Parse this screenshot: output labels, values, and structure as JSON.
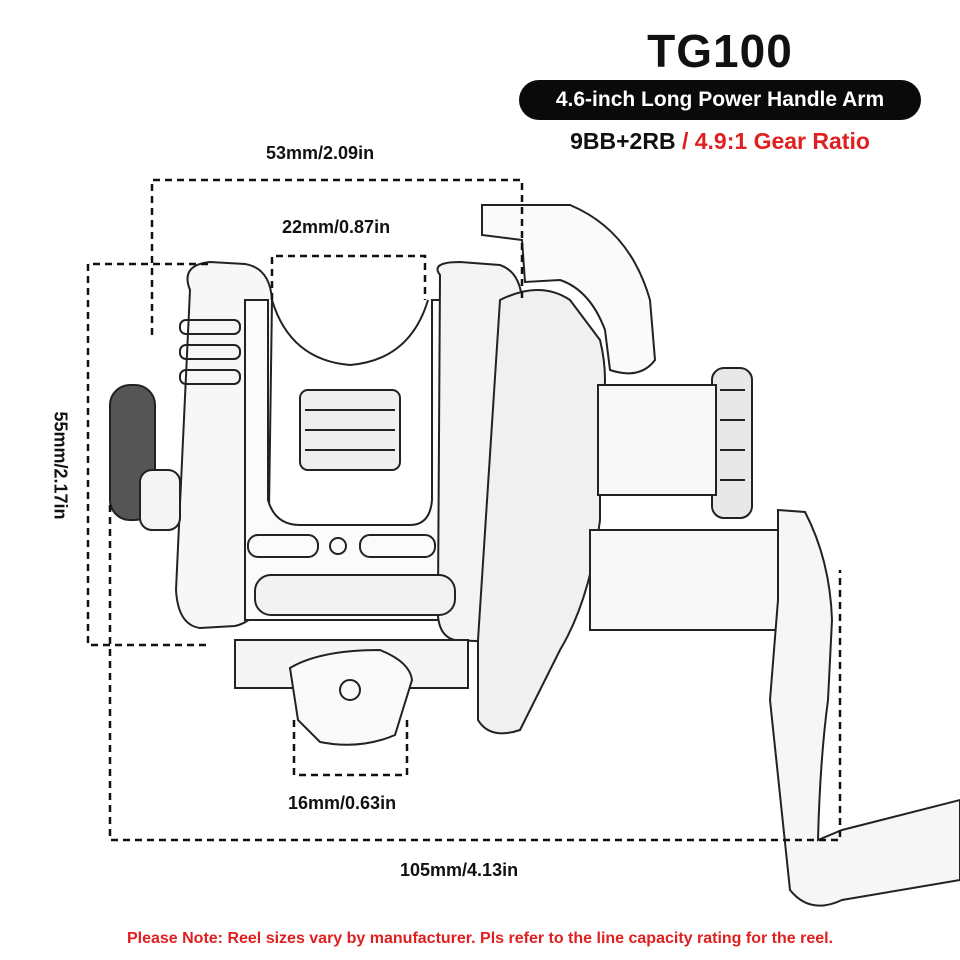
{
  "product": {
    "model": "TG100",
    "handle_badge": "4.6-inch Long Power Handle Arm",
    "bearings": "9BB+2RB",
    "separator": " / ",
    "gear_ratio": "4.9:1 Gear Ratio"
  },
  "dimensions": {
    "top_width": "53mm/2.09in",
    "spool_width": "22mm/0.87in",
    "height": "55mm/2.17in",
    "foot_width": "16mm/0.63in",
    "total_length": "105mm/4.13in"
  },
  "note": "Please Note: Reel sizes vary by manufacturer. Pls refer to the line capacity rating for the reel.",
  "colors": {
    "accent_red": "#e02020",
    "badge_bg": "#0a0a0a",
    "line": "#111111"
  }
}
